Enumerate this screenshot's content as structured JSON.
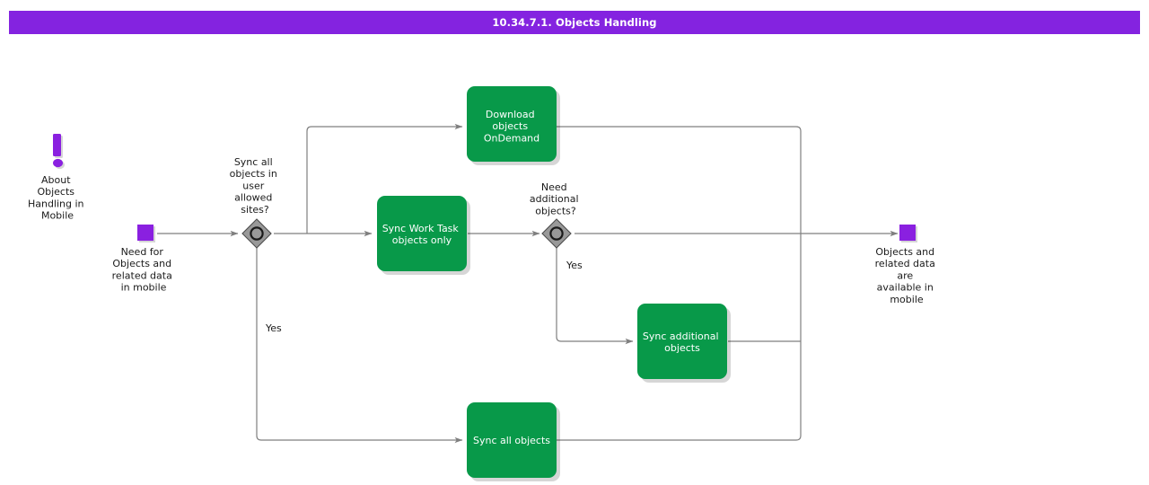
{
  "header": {
    "title": "10.34.7.1. Objects Handling",
    "bar_color": "#8423e0",
    "text_color": "#ffffff"
  },
  "theme": {
    "task_green": "#089949",
    "event_purple": "#8a20e0",
    "gateway_gray": "#999999",
    "line_gray": "#7f7f7f",
    "label_text": "#1a1a1a",
    "background": "#ffffff"
  },
  "diagram": {
    "type": "bpmn-flowchart",
    "annotation": {
      "icon": "exclamation-icon",
      "lines": [
        "About",
        "Objects",
        "Handling in",
        "Mobile"
      ]
    },
    "start_event": {
      "name": "start-event",
      "shape": "square",
      "lines": [
        "Need for",
        "Objects and",
        "related data",
        "in mobile"
      ]
    },
    "end_event": {
      "name": "end-event",
      "shape": "square",
      "lines": [
        "Objects and",
        "related data",
        "are",
        "available in",
        "mobile"
      ]
    },
    "gateways": [
      {
        "id": "gw-sync-all-sites",
        "shape": "inclusive-gateway",
        "lines": [
          "Sync all",
          "objects in",
          "user",
          "allowed",
          "sites?"
        ]
      },
      {
        "id": "gw-need-additional",
        "shape": "inclusive-gateway",
        "lines": [
          "Need",
          "additional",
          "objects?"
        ]
      }
    ],
    "tasks": [
      {
        "id": "task-download-ondemand",
        "lines": [
          "Download",
          "objects",
          "OnDemand"
        ]
      },
      {
        "id": "task-sync-worktask",
        "lines": [
          "Sync Work Task",
          "objects only"
        ]
      },
      {
        "id": "task-sync-additional",
        "lines": [
          "Sync additional",
          "objects"
        ]
      },
      {
        "id": "task-sync-all",
        "lines": [
          "Sync all objects"
        ]
      }
    ],
    "edge_labels": [
      {
        "id": "edge-label-yes-sites",
        "text": "Yes"
      },
      {
        "id": "edge-label-yes-additional",
        "text": "Yes"
      }
    ]
  }
}
